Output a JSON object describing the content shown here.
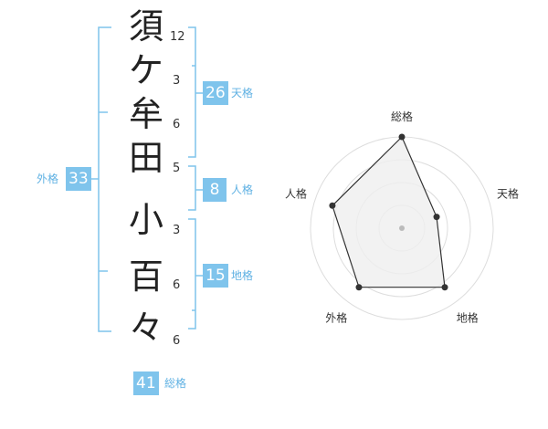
{
  "name": {
    "surname": [
      {
        "char": "須",
        "strokes": "12"
      },
      {
        "char": "ケ",
        "strokes": "3"
      },
      {
        "char": "牟",
        "strokes": "6"
      },
      {
        "char": "田",
        "strokes": "5"
      }
    ],
    "given": [
      {
        "char": "小",
        "strokes": "3"
      },
      {
        "char": "百",
        "strokes": "6"
      },
      {
        "char": "々",
        "strokes": "6"
      }
    ]
  },
  "fortunes": {
    "tenkaku": {
      "label": "天格",
      "value": "26"
    },
    "jinkaku": {
      "label": "人格",
      "value": "8"
    },
    "chikaku": {
      "label": "地格",
      "value": "15"
    },
    "gaikaku": {
      "label": "外格",
      "value": "33"
    },
    "soukaku": {
      "label": "総格",
      "value": "41"
    }
  },
  "colors": {
    "accent": "#7fc4ec",
    "bracket": "#7fc4ec",
    "radar_fill": "#efefef"
  },
  "chart_data": {
    "type": "radar",
    "axes": [
      "総格",
      "天格",
      "地格",
      "外格",
      "人格"
    ],
    "values": [
      5,
      2,
      4,
      4,
      4
    ],
    "range": [
      0,
      5
    ],
    "rings": 4
  }
}
